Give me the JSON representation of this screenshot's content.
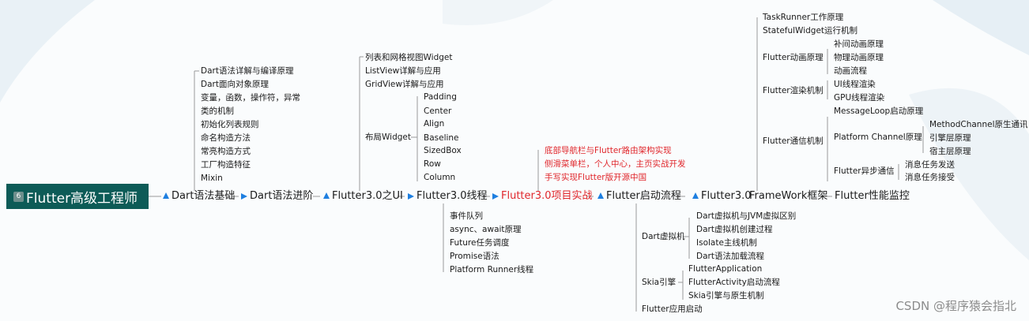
{
  "root": {
    "badge": "6",
    "label": "Flutter高级工程师"
  },
  "main_nodes": [
    "Dart语法基础",
    "Dart语法进阶",
    "Flutter3.0之UI",
    "Flutter3.0线程",
    "Flutter3.0项目实战",
    "Flutter启动流程",
    "Flutter3.0",
    "FrameWork框架",
    "Flutter性能监控"
  ],
  "dart_basics": [
    "Dart语法详解与编译原理",
    "Dart面向对象原理",
    "变量，函数，操作符，异常",
    "类的机制",
    "初始化列表规则",
    "命名构造方法",
    "常亮构造方式",
    "工厂构造特征",
    "Mixin"
  ],
  "flutter_ui": {
    "items": [
      "列表和网格视图Widget",
      "ListView详解与应用",
      "GridView详解与应用"
    ],
    "layout_label": "布局Widget",
    "layout_items": [
      "Padding",
      "Center",
      "Align",
      "Baseline",
      "SizedBox",
      "Row",
      "Column"
    ]
  },
  "thread": [
    "事件队列",
    "async、await原理",
    "Future任务调度",
    "Promise语法",
    "Platform Runner线程"
  ],
  "project": [
    "底部导航栏与Flutter路由架构实现",
    "侧滑菜单栏，个人中心，主页实战开发",
    "手写实现Flutter版开源中国"
  ],
  "startup": {
    "dart_vm_label": "Dart虚拟机",
    "dart_vm_items": [
      "Dart虚拟机与JVM虚拟区别",
      "Dart虚拟机创建过程",
      "Isolate主线机制",
      "Dart语法加载流程"
    ],
    "skia_label": "Skia引擎",
    "skia_items": [
      "FlutterApplication",
      "FlutterActivity启动流程",
      "Skia引擎与原生机制"
    ],
    "app_start": "Flutter应用启动"
  },
  "framework": {
    "top": [
      "TaskRunner工作原理",
      "StatefulWidget运行机制"
    ],
    "anim_label": "Flutter动画原理",
    "anim_items": [
      "补间动画原理",
      "物理动画原理",
      "动画流程"
    ],
    "render_label": "Flutter渲染机制",
    "render_items": [
      "UI线程渲染",
      "GPU线程渲染"
    ],
    "comm_label": "Flutter通信机制",
    "comm_top": "MessageLoop启动原理",
    "channel_label": "Platform Channel原理",
    "channel_items": [
      "MethodChannel原生通讯",
      "引擎层原理",
      "宿主层原理"
    ],
    "async_label": "Flutter异步通信",
    "async_items": [
      "消息任务发送",
      "消息任务接受"
    ]
  },
  "watermark": "CSDN @程序猿会指北",
  "colors": {
    "root_bg": "#0d5b57",
    "accent": "#1e7fe0",
    "highlight": "#e0262b"
  }
}
